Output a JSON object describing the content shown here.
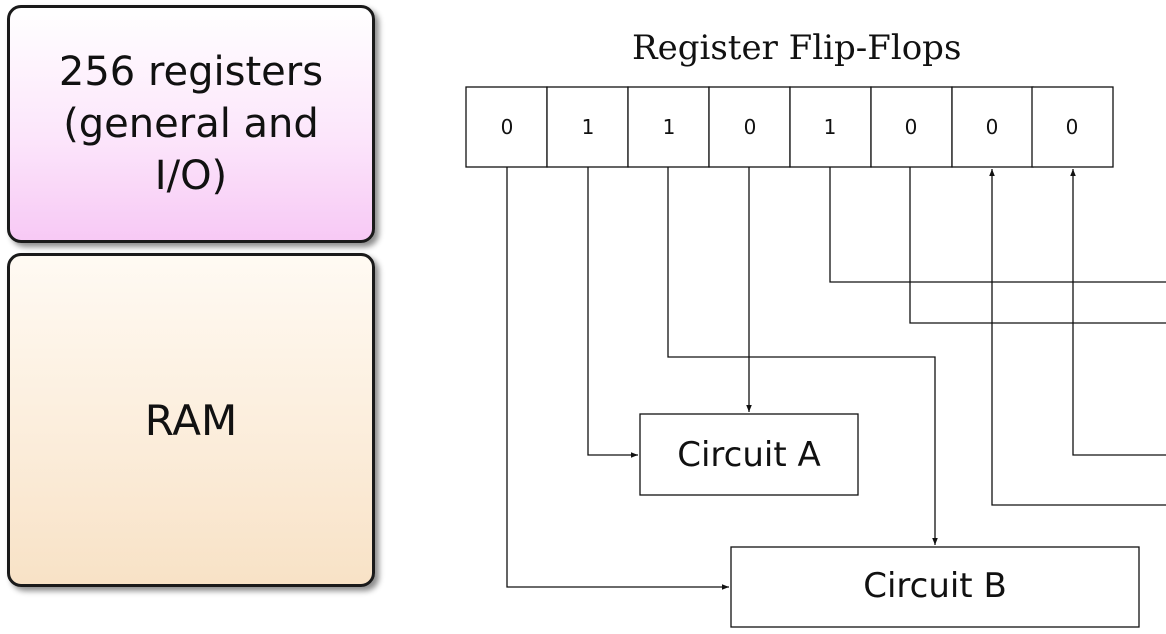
{
  "registers_block": {
    "lines": [
      "256 registers",
      "(general and",
      "I/O)"
    ],
    "color": "#f7c9f5"
  },
  "ram_block": {
    "label": "RAM",
    "color": "#f8e2c6"
  },
  "flipflops": {
    "title": "Register Flip-Flops",
    "bits": [
      "0",
      "1",
      "1",
      "0",
      "1",
      "0",
      "0",
      "0"
    ]
  },
  "circuits": {
    "a_label": "Circuit A",
    "b_label": "Circuit B"
  }
}
